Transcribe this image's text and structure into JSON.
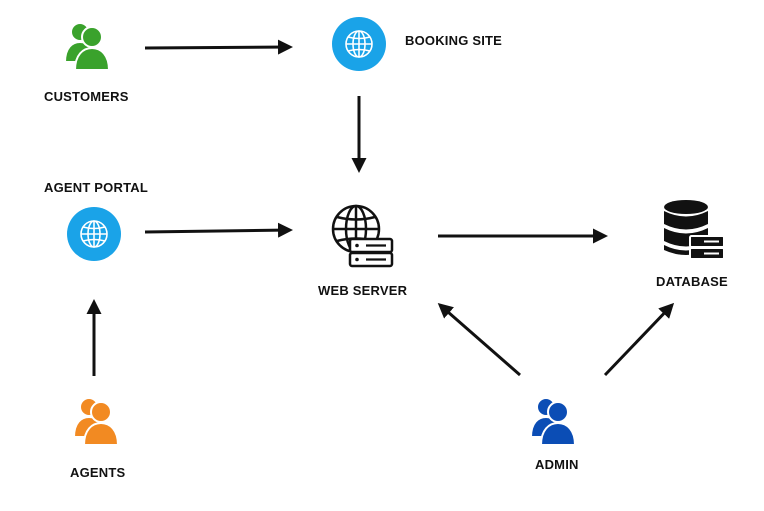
{
  "nodes": {
    "customers": {
      "label": "CUSTOMERS",
      "color": "#3aa22c",
      "icon": "users-icon"
    },
    "booking_site": {
      "label": "BOOKING SITE",
      "color": "#1aa3e8",
      "icon": "globe-icon"
    },
    "agent_portal": {
      "label": "AGENT PORTAL",
      "color": "#1aa3e8",
      "icon": "globe-icon"
    },
    "web_server": {
      "label": "WEB SERVER",
      "color": "#111111",
      "icon": "web-server-icon"
    },
    "database": {
      "label": "DATABASE",
      "color": "#111111",
      "icon": "database-icon"
    },
    "agents": {
      "label": "AGENTS",
      "color": "#f28a22",
      "icon": "users-icon"
    },
    "admin": {
      "label": "ADMIN",
      "color": "#0b4db5",
      "icon": "users-icon"
    }
  },
  "edges": [
    {
      "from": "customers",
      "to": "booking_site"
    },
    {
      "from": "booking_site",
      "to": "web_server"
    },
    {
      "from": "agent_portal",
      "to": "web_server"
    },
    {
      "from": "agents",
      "to": "agent_portal"
    },
    {
      "from": "web_server",
      "to": "database"
    },
    {
      "from": "admin",
      "to": "web_server"
    },
    {
      "from": "admin",
      "to": "database"
    }
  ]
}
